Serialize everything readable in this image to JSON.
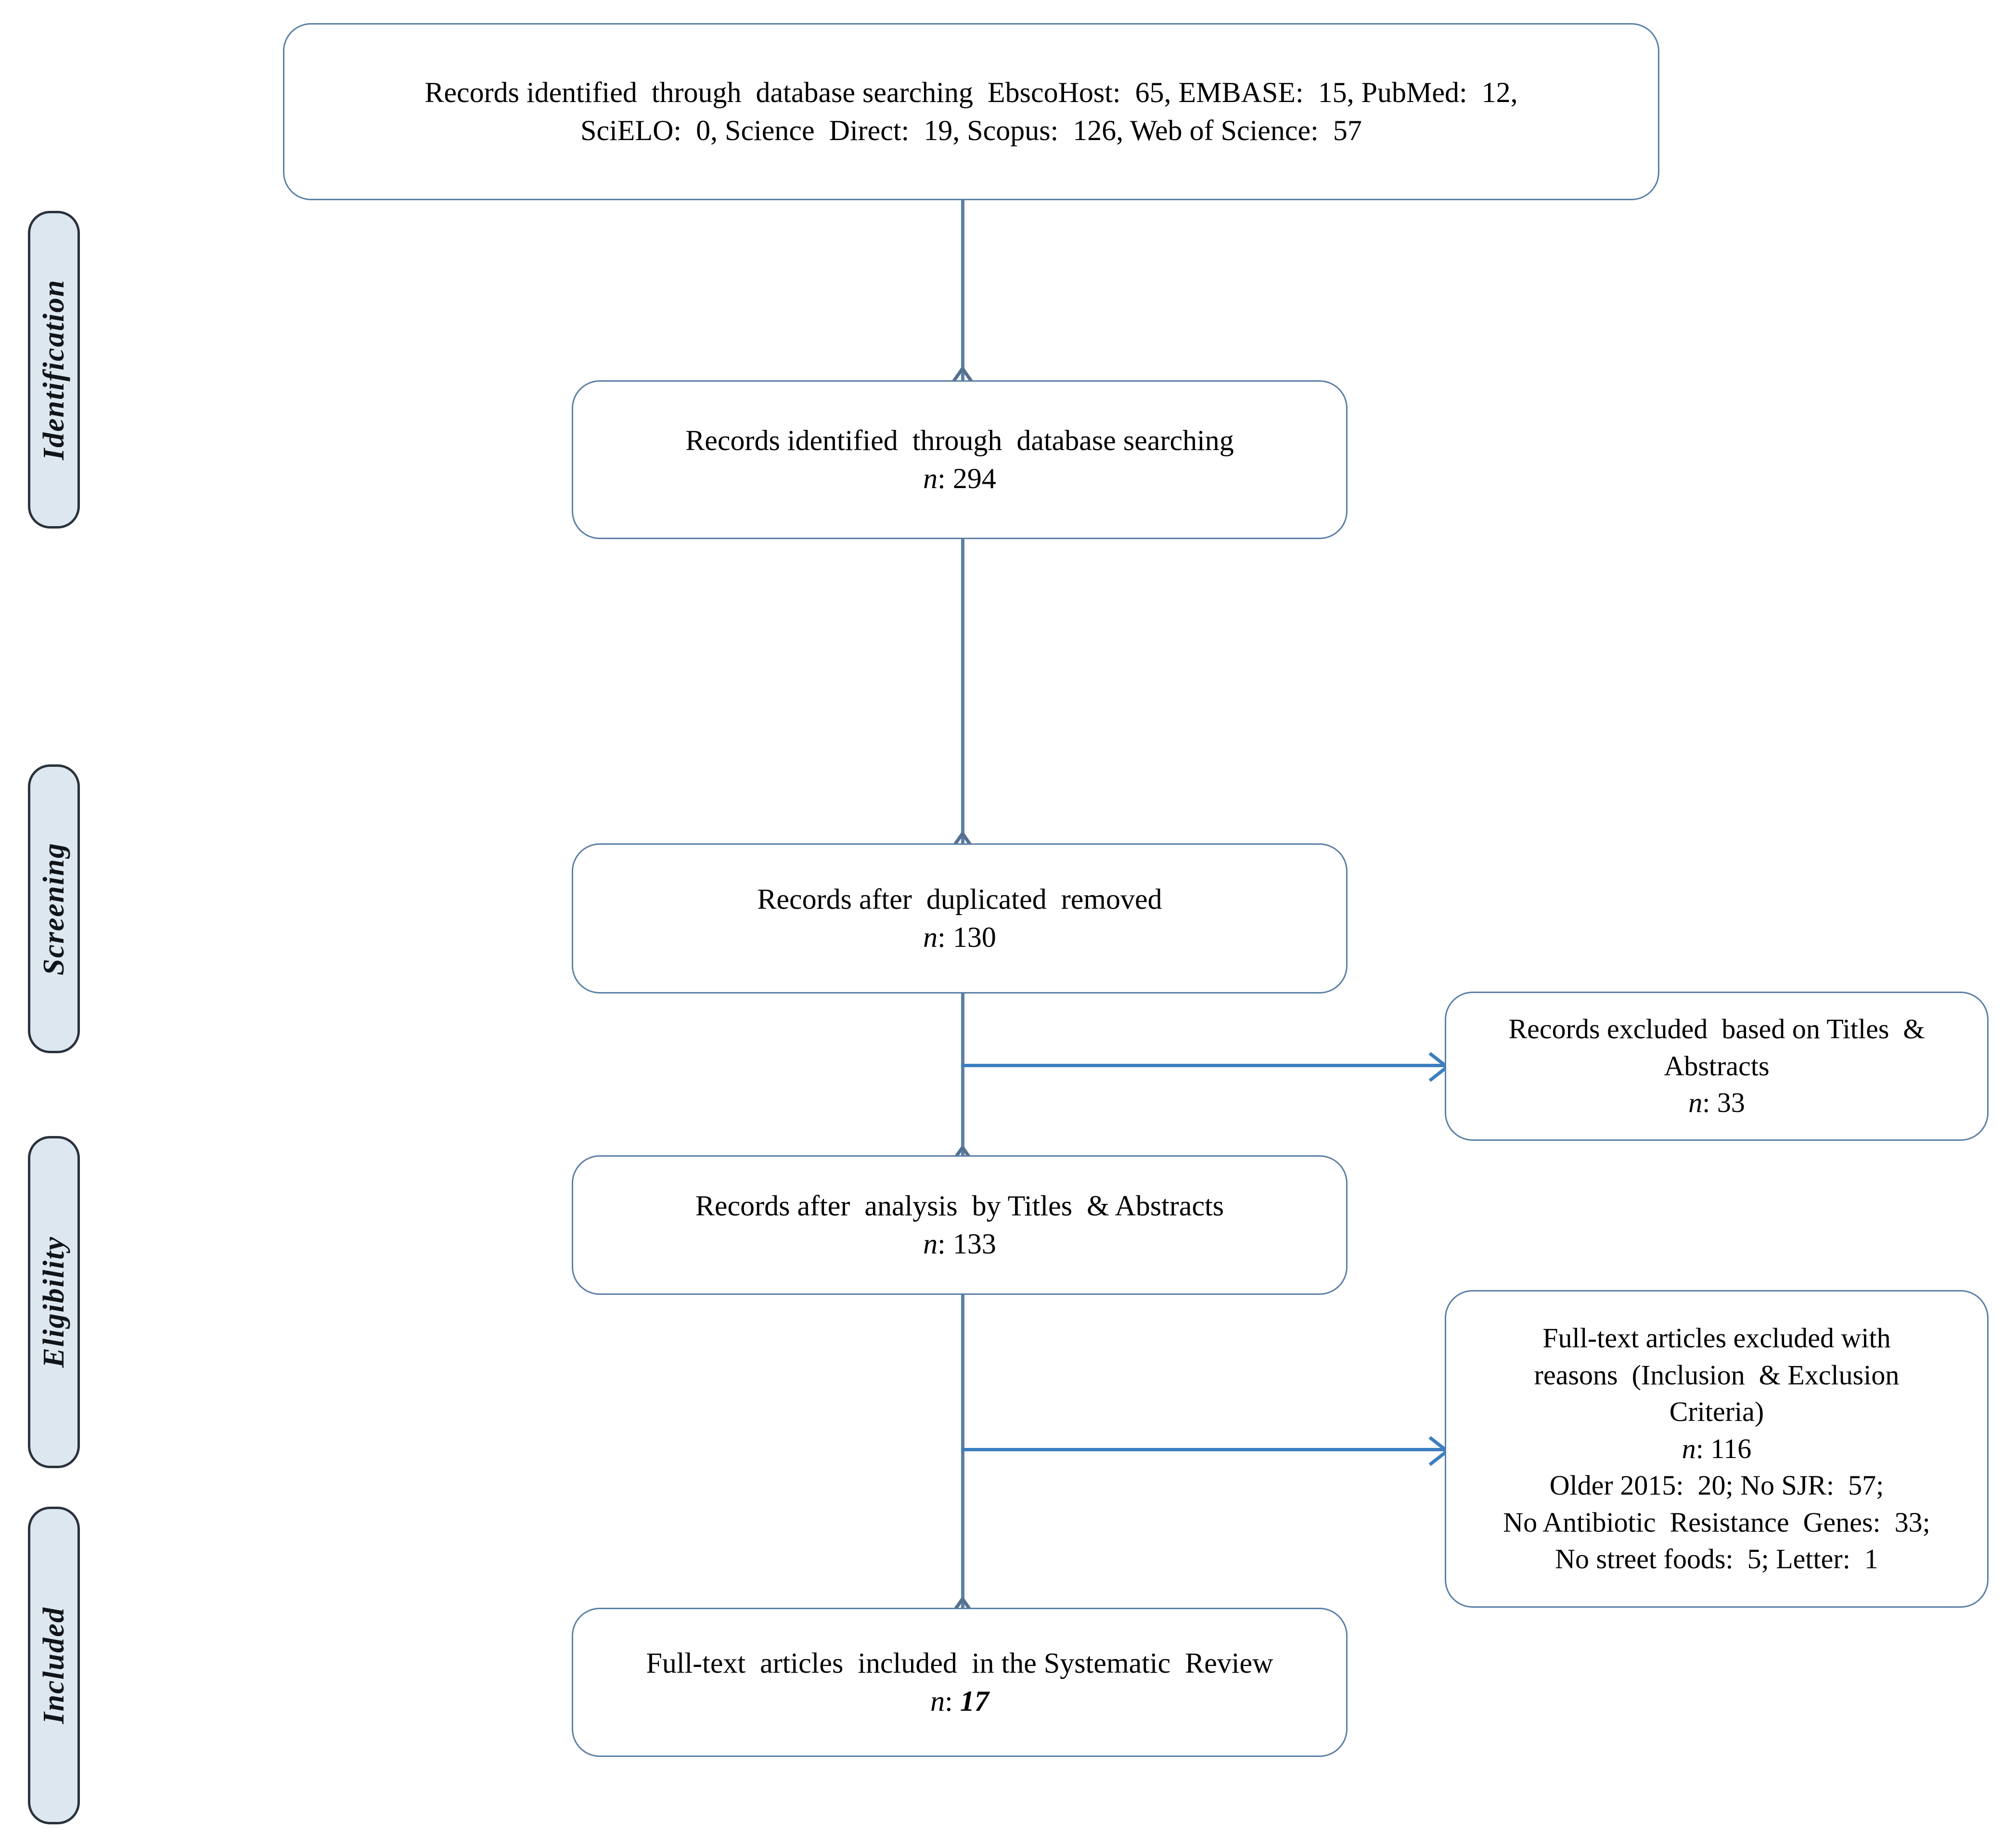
{
  "stages": [
    {
      "label": "Identification"
    },
    {
      "label": "Screening"
    },
    {
      "label": "Eligibility"
    },
    {
      "label": "Included"
    }
  ],
  "boxes": {
    "sources": {
      "line1": "Records identified  through  database searching  EbscoHost:  65, EMBASE:  15, PubMed:  12,",
      "line2": "SciELO:  0, Science  Direct:  19, Scopus:  126, Web of Science:  57"
    },
    "identified": {
      "line1": "Records identified  through  database searching",
      "n_label": "n",
      "n_sep": ": ",
      "n_value": "294"
    },
    "duplicates_removed": {
      "line1": "Records after  duplicated  removed",
      "n_label": "n",
      "n_sep": ": ",
      "n_value": "130"
    },
    "excluded_titles": {
      "line1": "Records excluded  based on Titles  &",
      "line2": "Abstracts",
      "n_label": "n",
      "n_sep": ": ",
      "n_value": "33"
    },
    "after_titles": {
      "line1": "Records after  analysis  by Titles  & Abstracts",
      "n_label": "n",
      "n_sep": ": ",
      "n_value": "133"
    },
    "excluded_fulltext": {
      "line1": "Full-text articles excluded with",
      "line2": "reasons  (Inclusion  & Exclusion",
      "line3": "Criteria)",
      "n_label": "n",
      "n_sep": ": ",
      "n_value": "116",
      "reason1": "Older 2015:  20; No SJR:  57;",
      "reason2": "No Antibiotic  Resistance  Genes:  33;",
      "reason3": "No street foods:  5; Letter:  1"
    },
    "included": {
      "line1": "Full-text  articles  included  in the Systematic  Review",
      "n_label": "n",
      "n_sep": ": ",
      "n_value": "17"
    }
  },
  "colors": {
    "stage_fill": "#dde7f0",
    "stage_border": "#2b323c",
    "box_border": "#5b7fa6",
    "connector_vertical": "#5b80a8",
    "connector_horizontal": "#3d7ec0",
    "text": "#000000"
  }
}
